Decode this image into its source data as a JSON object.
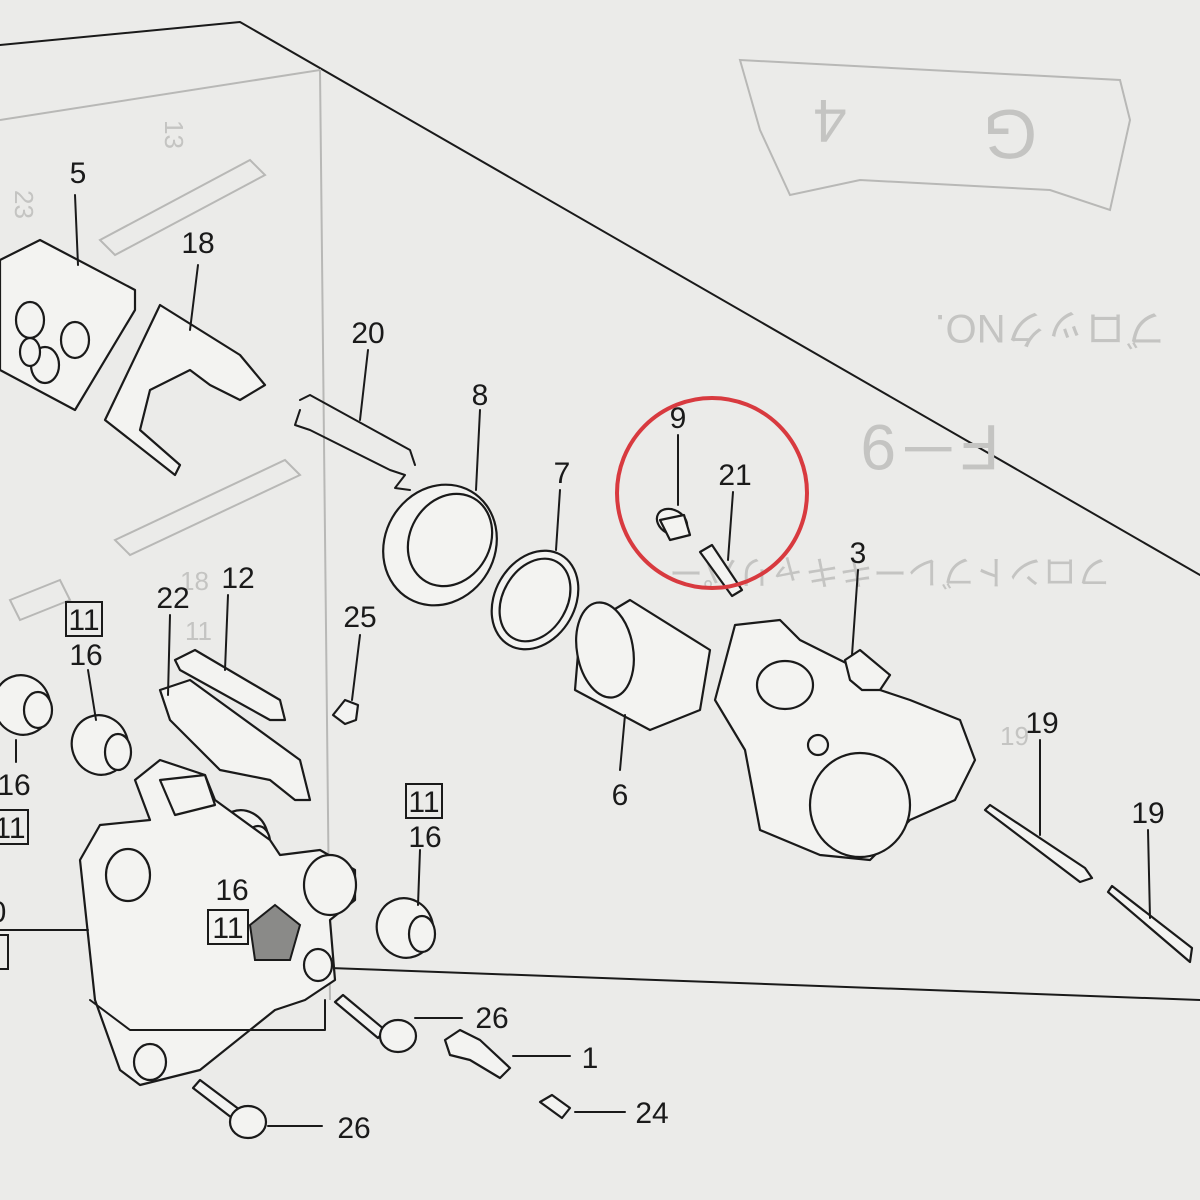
{
  "background_text": {
    "block_no_label": "ブロックNO.",
    "block_code": "F－9",
    "section_title": "フロントブレーキキャリパー",
    "tab_g": "G",
    "tab_4": "4",
    "faint_13": "13",
    "faint_23": "23",
    "faint_19": "19",
    "faint_18": "18",
    "faint_11": "11"
  },
  "callouts": {
    "c5": "5",
    "c18": "18",
    "c20": "20",
    "c8": "8",
    "c7": "7",
    "c9": "9",
    "c21": "21",
    "c3": "3",
    "c6": "6",
    "c12": "12",
    "c22": "22",
    "c25": "25",
    "c16_a": "16",
    "c16_b": "16",
    "c16_c": "16",
    "c16_d": "16",
    "c11_a": "11",
    "c11_b": "11",
    "c11_c": "11",
    "c11_d": "11",
    "c19_a": "19",
    "c19_b": "19",
    "c26_a": "26",
    "c26_b": "26",
    "c1": "1",
    "c24": "24",
    "c10_partial": "0"
  },
  "colors": {
    "highlight_circle": "#d83a3f",
    "ink": "#1a1a1a",
    "paper": "#ebebe9"
  }
}
